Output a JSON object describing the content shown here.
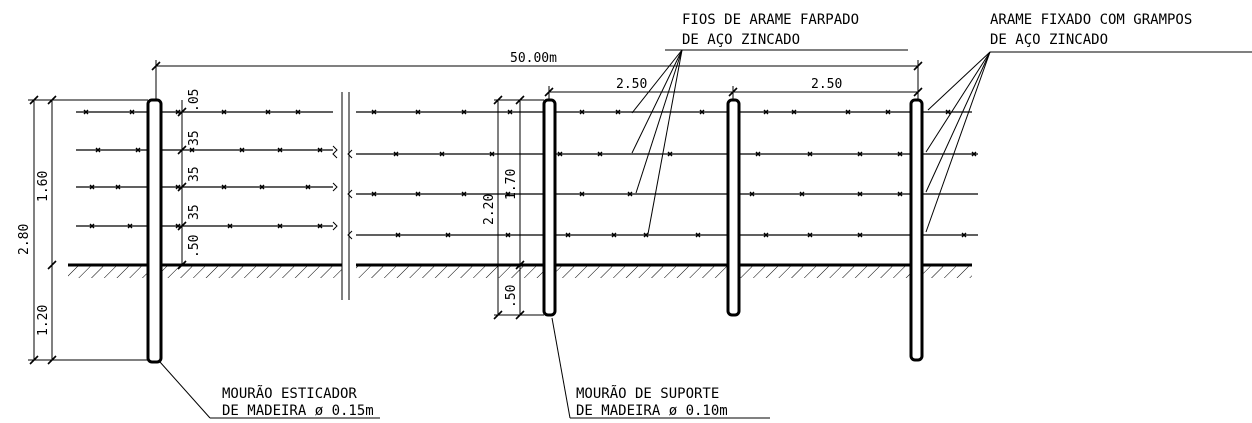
{
  "labels": {
    "wire_note_line1": "FIOS DE ARAME FARPADO",
    "wire_note_line2": "DE AÇO ZINCADO",
    "staple_note_line1": "ARAME FIXADO COM GRAMPOS",
    "staple_note_line2": "DE AÇO ZINCADO",
    "end_post_line1": "MOURÃO ESTICADOR",
    "end_post_line2": "DE MADEIRA ø 0.15m",
    "support_post_line1": "MOURÃO DE SUPORTE",
    "support_post_line2": "DE MADEIRA ø 0.10m"
  },
  "dimensions": {
    "total_length": "50.00m",
    "spacing_1": "2.50",
    "spacing_2": "2.50",
    "total_height": "2.80",
    "above_ground": "1.60",
    "below_ground": "1.20",
    "wire_gaps": [
      ".05",
      "35",
      "35",
      "35",
      ".50"
    ],
    "support_post_length": "2.20",
    "support_above_ground": "1.70",
    "support_below_ground": ".50"
  },
  "colors": {
    "line": "#000000",
    "background": "#ffffff"
  }
}
